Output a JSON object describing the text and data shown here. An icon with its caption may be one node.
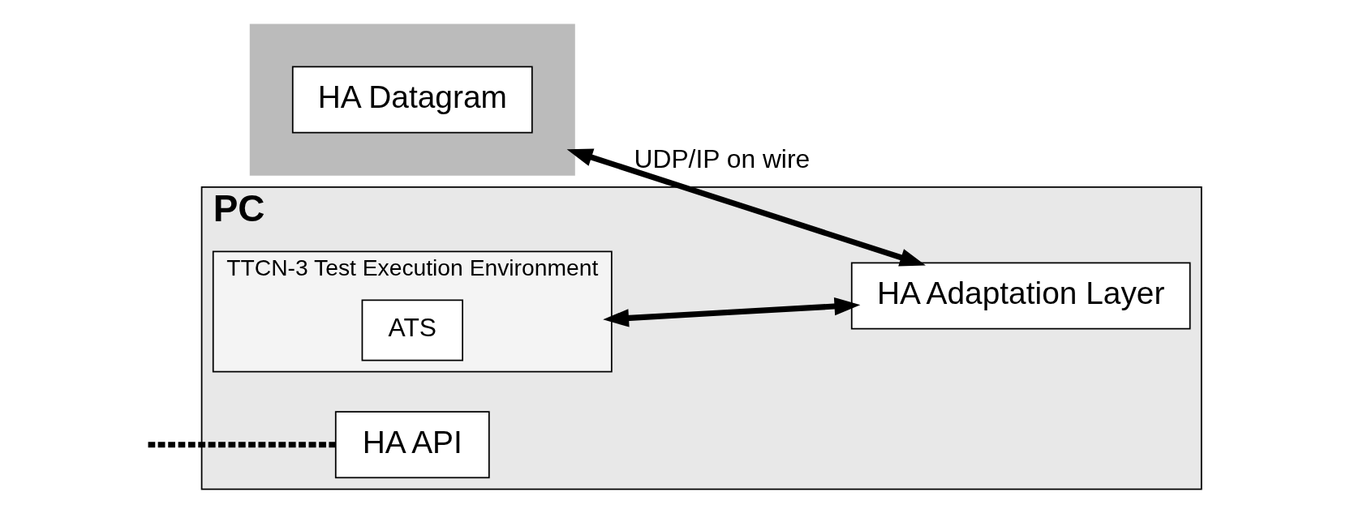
{
  "diagram": {
    "nodes": [
      {
        "text": [],
        "shape": "box"
      },
      {
        "text": [
          "HA Datagram"
        ],
        "in": 0
      },
      {
        "text": [
          "PC"
        ]
      },
      {
        "text": [
          "TTCN-3 Test Execution Environment"
        ],
        "in": 2
      },
      {
        "text": [
          "ATS"
        ],
        "in": 3
      },
      {
        "text": [
          "HA Adaptation Layer"
        ],
        "in": 2
      },
      {
        "text": [
          "HA API"
        ],
        "in": 2
      }
    ],
    "edges": [
      {
        "from": 3,
        "to": 5,
        "arrow": "both"
      },
      {
        "from": null,
        "to": 6,
        "arrow": "none",
        "style": "dashed"
      },
      {
        "from": 0,
        "to": 5,
        "arrow": "both",
        "label": "UDP/IP on wire"
      }
    ]
  }
}
